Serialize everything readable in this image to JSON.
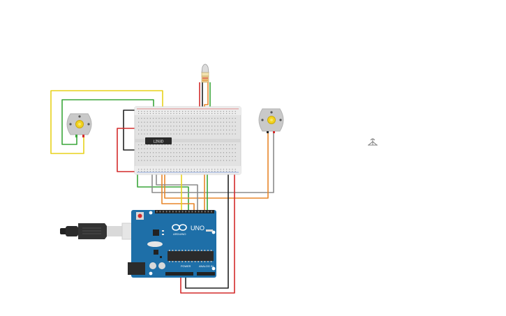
{
  "circuit": {
    "chip_label": "L293D",
    "arduino": {
      "brand_label": "UNO",
      "sub_label": "ARDUINO",
      "power_label": "POWER",
      "analog_label": "ANALOG IN"
    },
    "colors": {
      "wire_yellow": "#e8d21c",
      "wire_green": "#3aa63a",
      "wire_red": "#d42a2a",
      "wire_black": "#222222",
      "wire_gray": "#8c8c8c",
      "wire_orange": "#e8862a",
      "board_blue": "#1e6fa8",
      "breadboard": "#e2e2e2",
      "motor_body": "#c9c9c9",
      "motor_shaft": "#f2d21e"
    },
    "icons": {
      "sensor": "photoresistor-icon",
      "cursor": "move-cursor-icon",
      "motor_left": "dc-motor-icon",
      "motor_right": "dc-motor-icon",
      "usb": "usb-cable-icon"
    }
  }
}
